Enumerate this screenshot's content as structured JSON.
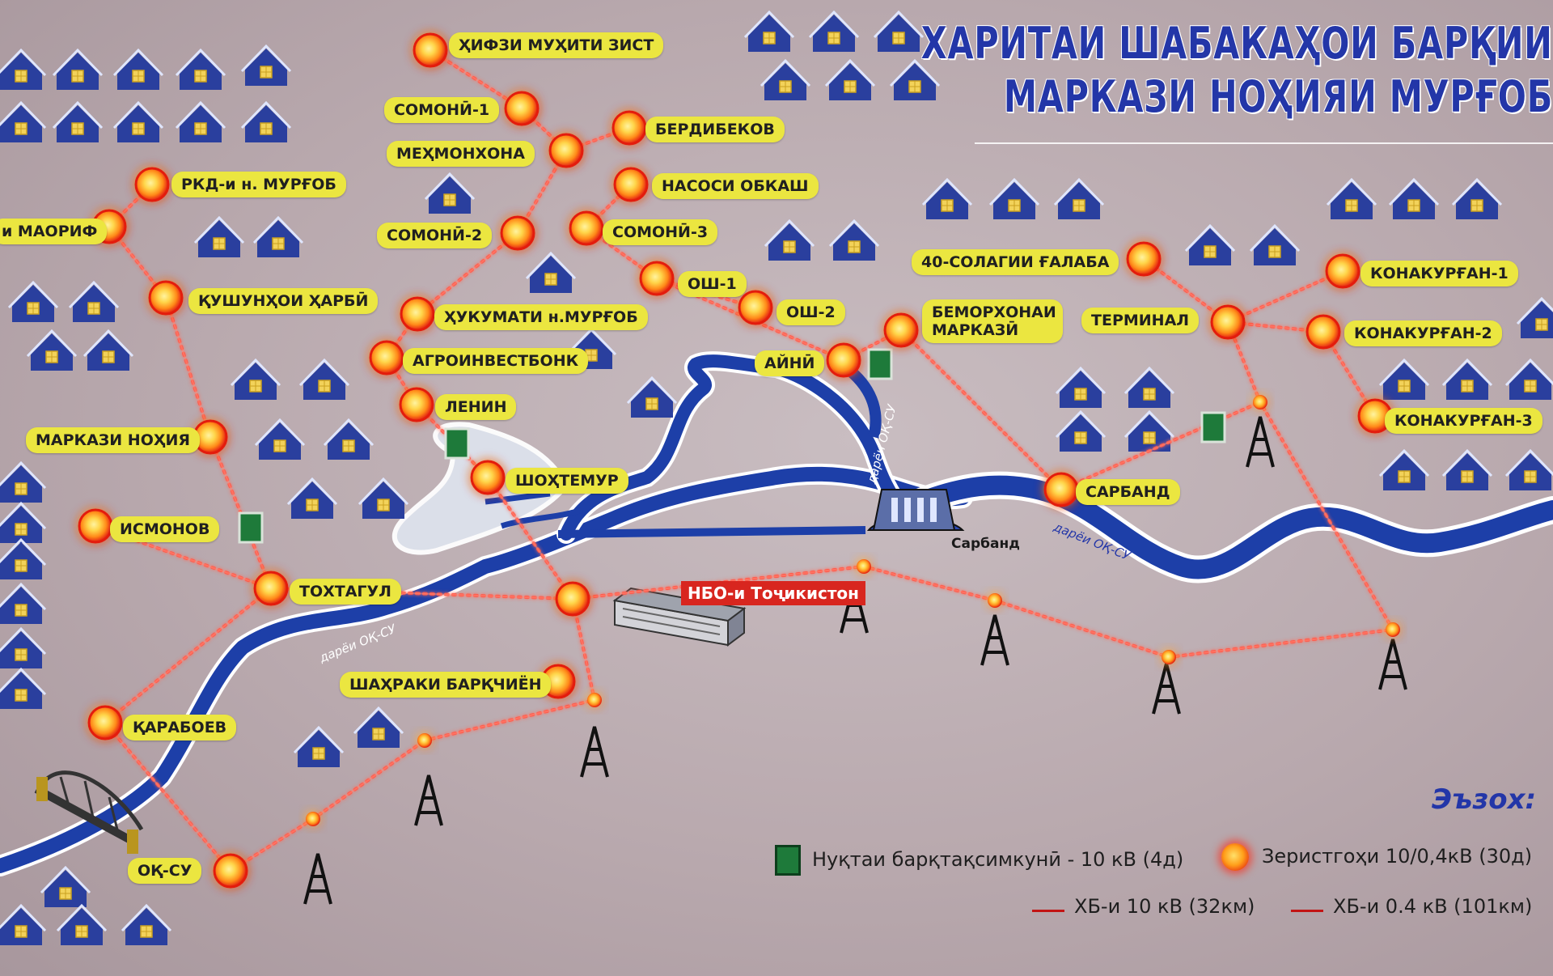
{
  "title": {
    "line1": "ХАРИТАИ ШАБАКАҲОИ БАРҚИИ",
    "line2": "МАРКАЗИ НОҲИЯИ МУРҒОБ"
  },
  "colors": {
    "title": "#2336a8",
    "label_bg": "#ebe640",
    "river": "#1d3fa8",
    "line_glow": "#ff6a5a",
    "node_core": "#ffd54a",
    "node_ring": "#e31c10",
    "substation": "#1e7a3a",
    "house": "#2a3f9e",
    "sign_red": "#d8261f"
  },
  "icons": [
    "house-icon",
    "transmission-tower-icon",
    "transformer-node-icon",
    "distribution-point-icon",
    "dam-icon",
    "bridge-icon",
    "factory-icon"
  ],
  "nodes": [
    {
      "id": "hifzi",
      "label": "ҲИФЗИ МУҲИТИ ЗИСТ"
    },
    {
      "id": "somoni1",
      "label": "СОМОНӢ-1"
    },
    {
      "id": "mehmonkhona",
      "label": "МЕҲМОНХОНА"
    },
    {
      "id": "berdibekov",
      "label": "БЕРДИБЕКОВ"
    },
    {
      "id": "nasosi",
      "label": "НАСОСИ ОБКАШ"
    },
    {
      "id": "rkd",
      "label": "РКД-и  н. МУРҒОБ"
    },
    {
      "id": "maorif",
      "label": "и МАОРИФ"
    },
    {
      "id": "somoni2",
      "label": "СОМОНӢ-2"
    },
    {
      "id": "somoni3",
      "label": "СОМОНӢ-3"
    },
    {
      "id": "osh1",
      "label": "ОШ-1"
    },
    {
      "id": "osh2",
      "label": "ОШ-2"
    },
    {
      "id": "qushun",
      "label": "ҚУШУНҲОИ ҲАРБӢ"
    },
    {
      "id": "hukumat",
      "label": "ҲУКУМАТИ н.МУРҒОБ"
    },
    {
      "id": "agro",
      "label": "АГРОИНВЕСТБОНК"
    },
    {
      "id": "lenin",
      "label": "ЛЕНИН"
    },
    {
      "id": "ayni",
      "label": "АЙНӢ"
    },
    {
      "id": "bemor",
      "label": "БЕМОРХОНАИ МАРКАЗӢ"
    },
    {
      "id": "solagi",
      "label": "40-СОЛАГИИ ҒАЛАБА"
    },
    {
      "id": "terminal",
      "label": "ТЕРМИНАЛ"
    },
    {
      "id": "kona1",
      "label": "КОНАКУРҒАН-1"
    },
    {
      "id": "kona2",
      "label": "КОНАКУРҒАН-2"
    },
    {
      "id": "kona3",
      "label": "КОНАКУРҒАН-3"
    },
    {
      "id": "markaz",
      "label": "МАРКАЗИ НОҲИЯ"
    },
    {
      "id": "shokhtemur",
      "label": "ШОҲТЕМУР"
    },
    {
      "id": "sarband_node",
      "label": "САРБАНД"
    },
    {
      "id": "ismonov",
      "label": "ИСМОНОВ"
    },
    {
      "id": "tokhtagul",
      "label": "ТОХТАГУЛ"
    },
    {
      "id": "shahraki",
      "label": "ШАҲРАКИ БАРҚЧИЁН"
    },
    {
      "id": "qaraboev",
      "label": "ҚАРАБОЕВ"
    },
    {
      "id": "oqsu",
      "label": "ОҚ-СУ"
    }
  ],
  "places": {
    "sarband": "Сарбанд",
    "nbo": "НБО-и Тоҷикистон",
    "river_1": "дарёи ОҚ-СУ",
    "river_2": "дарёи ОҚ-СУ",
    "river_3": "дарёи ОҚ-СУ"
  },
  "legend": {
    "title": "Эъзох:",
    "substation": "Нуқтаи барқтақсимкунӣ - 10 кВ (4д)",
    "transformer": "Зеристгоҳи 10/0,4кВ (30д)",
    "line10": "ХБ-и 10 кВ (32км)",
    "line04": "ХБ-и 0.4 кВ (101км)"
  }
}
